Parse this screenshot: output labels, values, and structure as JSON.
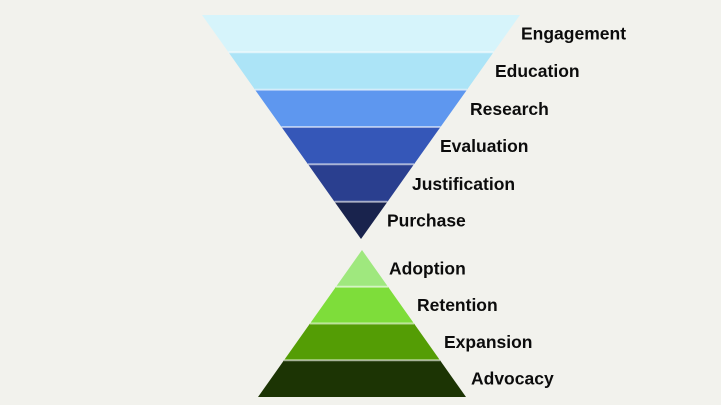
{
  "background_color": "#f2f2ed",
  "label_color": "#0c0c0c",
  "separator_color": "rgba(255,255,255,0.55)",
  "funnel": {
    "stages": [
      {
        "label": "Engagement",
        "color": "#d6f4fb"
      },
      {
        "label": "Education",
        "color": "#ace4f7"
      },
      {
        "label": "Research",
        "color": "#5e97ef"
      },
      {
        "label": "Evaluation",
        "color": "#3557b8"
      },
      {
        "label": "Justification",
        "color": "#2a3f8f"
      },
      {
        "label": "Purchase",
        "color": "#19234d"
      }
    ]
  },
  "pyramid": {
    "stages": [
      {
        "label": "Adoption",
        "color": "#9fe87e"
      },
      {
        "label": "Retention",
        "color": "#7edd3a"
      },
      {
        "label": "Expansion",
        "color": "#549d05"
      },
      {
        "label": "Advocacy",
        "color": "#1c3404"
      }
    ]
  }
}
